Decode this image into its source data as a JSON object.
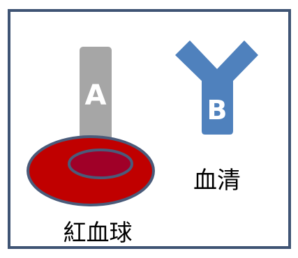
{
  "diagram": {
    "antigen_label": "A",
    "antibody_label": "B",
    "serum_label": "血清",
    "red_blood_cell_label": "紅血球"
  },
  "colors": {
    "border": "#3f5474",
    "antigen_bar": "#a6a6a6",
    "antibody": "#4f81bd",
    "cell_fill": "#c00000",
    "cell_center": "#a00028",
    "cell_outline": "#4a5b7a",
    "text_dark": "#000000",
    "text_light": "#ffffff"
  }
}
